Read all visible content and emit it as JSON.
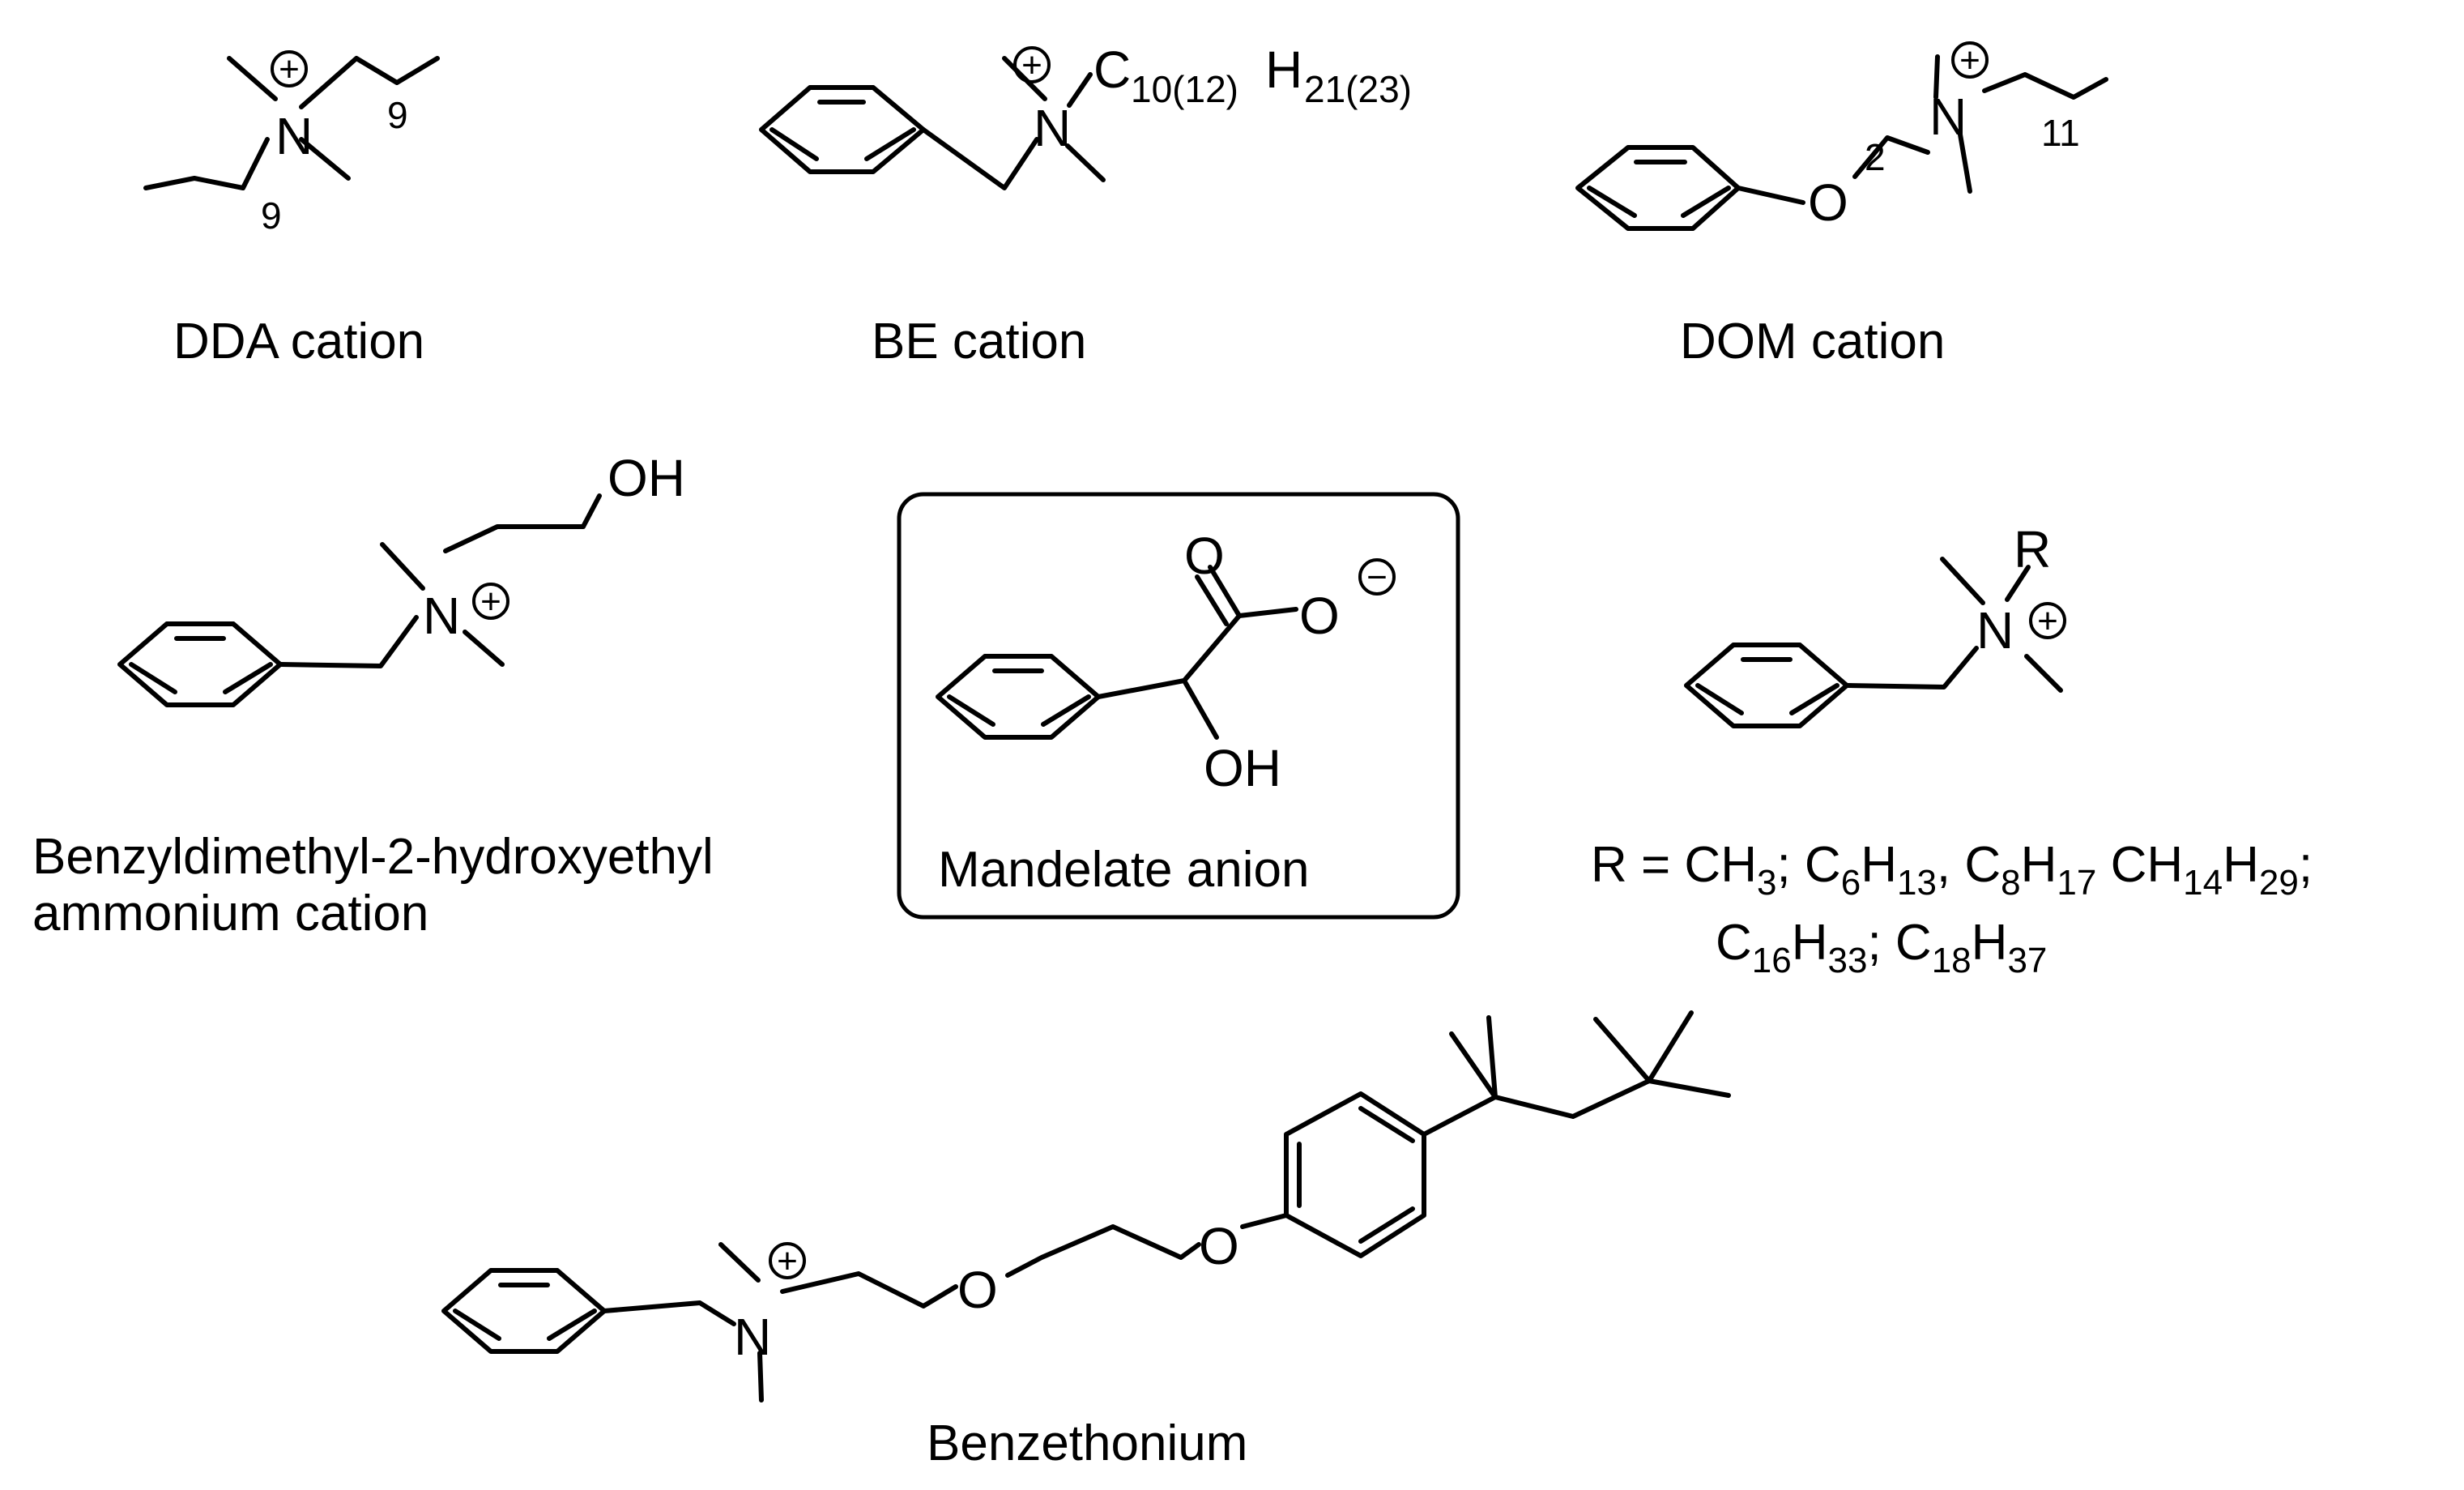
{
  "captions": {
    "dda": "DDA cation",
    "be": "BE cation",
    "dom": "DOM cation",
    "hydroxyethyl_line1": "Benzyldimethyl-2-hydroxyethyl",
    "hydroxyethyl_line2": "ammonium cation",
    "mandelate": "Mandelate anion",
    "benzethonium": "Benzethonium"
  },
  "atoms": {
    "N": "N",
    "O": "O",
    "OH": "OH",
    "C": "C",
    "H": "H",
    "R": "R",
    "plus": "+",
    "minus": "−"
  },
  "subscripts": {
    "dda_chain": "9",
    "be_c": "10(12)",
    "be_h": "21(23)",
    "dom_ethyl": "2",
    "dom_chain": "11"
  },
  "r_definition": {
    "line1": [
      {
        "t": "R = CH",
        "s": false
      },
      {
        "t": "3",
        "s": true
      },
      {
        "t": "; C",
        "s": false
      },
      {
        "t": "6",
        "s": true
      },
      {
        "t": "H",
        "s": false
      },
      {
        "t": "13",
        "s": true
      },
      {
        "t": ", C",
        "s": false
      },
      {
        "t": "8",
        "s": true
      },
      {
        "t": "H",
        "s": false
      },
      {
        "t": "17",
        "s": true
      },
      {
        "t": " CH",
        "s": false
      },
      {
        "t": "14",
        "s": true
      },
      {
        "t": "H",
        "s": false
      },
      {
        "t": "29",
        "s": true
      },
      {
        "t": ";",
        "s": false
      }
    ],
    "line2": [
      {
        "t": "C",
        "s": false
      },
      {
        "t": "16",
        "s": true
      },
      {
        "t": "H",
        "s": false
      },
      {
        "t": "33",
        "s": true
      },
      {
        "t": "; C",
        "s": false
      },
      {
        "t": "18",
        "s": true
      },
      {
        "t": "H",
        "s": false
      },
      {
        "t": "37",
        "s": true
      }
    ]
  }
}
